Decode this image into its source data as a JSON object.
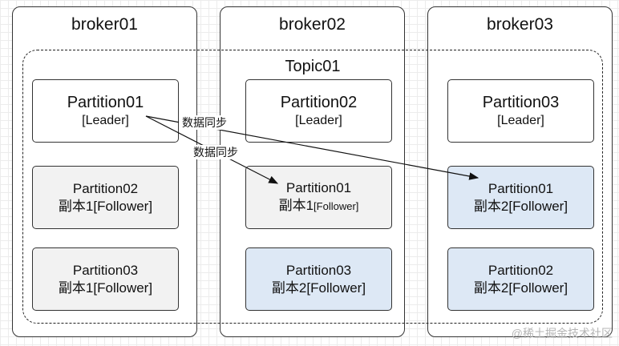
{
  "brokers": [
    "broker01",
    "broker02",
    "broker03"
  ],
  "topic": "Topic01",
  "partitions": [
    {
      "name": "Partition01",
      "role": "[Leader]"
    },
    {
      "name": "Partition02",
      "role": "[Leader]"
    },
    {
      "name": "Partition03",
      "role": "[Leader]"
    },
    {
      "name": "Partition02",
      "role": "副本1[Follower]"
    },
    {
      "name": "Partition01",
      "role_prefix": "副本1",
      "role_suffix": "[Follower]"
    },
    {
      "name": "Partition01",
      "role": "副本2[Follower]"
    },
    {
      "name": "Partition03",
      "role": "副本1[Follower]"
    },
    {
      "name": "Partition03",
      "role": "副本2[Follower]"
    },
    {
      "name": "Partition02",
      "role": "副本2[Follower]"
    }
  ],
  "sync_labels": [
    "数据同步",
    "数据同步"
  ],
  "watermark": "@稀土掘金技术社区",
  "colors": {
    "follower_gray": "#f2f2f2",
    "follower_blue": "#dde8f5"
  }
}
